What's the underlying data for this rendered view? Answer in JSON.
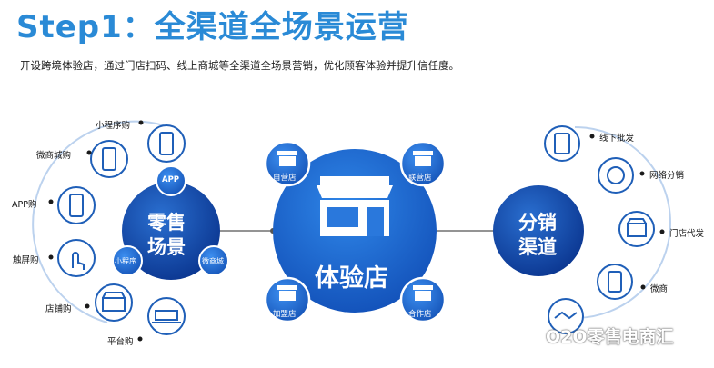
{
  "header": {
    "title": "Step1：全渠道全场景运营",
    "subtitle": "开设跨境体验店，通过门店扫码、线上商城等全渠道全场景营销，优化顾客体验并提升信任度。"
  },
  "retail": {
    "title_line1": "零售",
    "title_line2": "场景",
    "sub_app": "APP",
    "sub_mini": "小程序",
    "sub_wechat": "微商城",
    "items": [
      "小程序购",
      "微商城购",
      "APP购",
      "触屏购",
      "店铺购",
      "平台购"
    ],
    "icons": [
      "miniprogram-phone-icon",
      "wechat-phone-icon",
      "app-phone-icon",
      "touch-hand-icon",
      "storefront-icon",
      "laptop-shop-icon"
    ]
  },
  "center": {
    "title": "体验店",
    "stores": [
      "自营店",
      "联营店",
      "加盟店",
      "合作店"
    ]
  },
  "distribution": {
    "title_line1": "分销",
    "title_line2": "渠道",
    "items": [
      "线下批发",
      "网络分销",
      "门店代发",
      "微商"
    ],
    "icons": [
      "wholesale-clipboard-icon",
      "yen-network-icon",
      "storefront-icon",
      "wechat-phone-icon",
      "handshake-icon"
    ]
  },
  "watermark": "O2O零售电商汇",
  "colors": {
    "title": "#2a8ad6",
    "circle_dark": "#0d3f9c",
    "circle_light": "#2c7fe0",
    "icon_blue": "#1f5fb8"
  }
}
